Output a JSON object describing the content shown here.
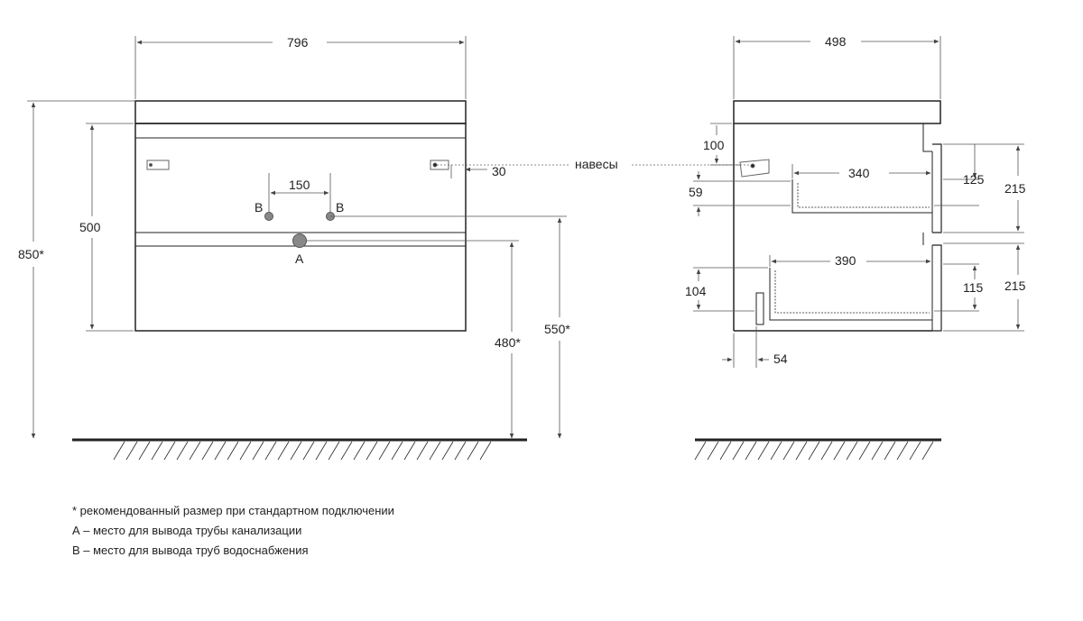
{
  "dimensions": {
    "front_width": "796",
    "side_depth": "498",
    "total_height": "850*",
    "body_height": "500",
    "pipe_spacing": "150",
    "hanger_offset": "30",
    "drain_height": "480*",
    "supply_height": "550*",
    "hanger_drop": "100",
    "drawer1_inner": "340",
    "drawer1_height": "59",
    "drawer1_front": "125",
    "drawer1_total": "215",
    "drawer2_inner": "390",
    "drawer2_height": "104",
    "drawer2_front": "115",
    "drawer2_total": "215",
    "back_gap": "54"
  },
  "labels": {
    "hangers": "навесы",
    "supply_left": "B",
    "supply_right": "B",
    "drain": "A"
  },
  "legend": [
    "* рекомендованный размер при стандартном подключении",
    "А – место для вывода трубы канализации",
    "В – место для вывода труб водоснабжения"
  ],
  "colors": {
    "line": "#222222",
    "dim_line": "#555555",
    "pipe": "#888888"
  }
}
